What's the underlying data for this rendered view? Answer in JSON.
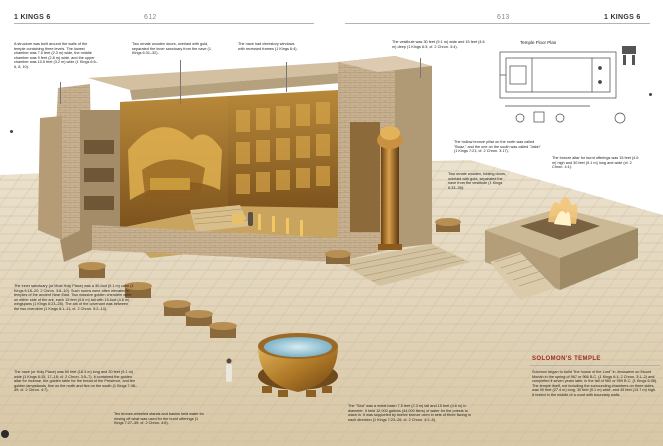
{
  "header": {
    "left_title": "1 KINGS 6",
    "left_page": "612",
    "right_page": "613",
    "right_title": "1 KINGS 6"
  },
  "annotations": {
    "structure": "A structure was built around the walls of the temple containing three levels. The lowest chamber was 7.5 feet (2.3 m) wide, the middle chamber was 9 feet (2.8 m) wide, and the upper chamber was 10.5 feet (3.2 m) wide (1 Kings 6:5–6, 8, 10).",
    "ornate_doors": "Two ornate wooden doors, overlaid with gold, separated the inner sanctuary from the nave (1 Kings 6:31–32).",
    "nave_windows": "The nave had clerestory windows with recessed frames (1 Kings 6:4).",
    "vestibule": "The vestibule was 30 feet (9.1 m) wide and 15 feet (4.6 m) deep (1 Kings 6:3; cf. 2 Chron. 3:4).",
    "pillars": "The hollow bronze pillar on the north was called \"Boaz,\" and the one on the south was called \"Jakin\" (1 Kings 7:21; cf. 2 Chron. 3:17).",
    "folding_doors": "Two ornate wooden, folding doors, overlaid with gold, separated the nave from the vestibule (1 Kings 6:33–35).",
    "bronze_altar": "The bronze altar for burnt offerings was 15 feet (4.6 m) high and 30 feet (9.1 m) long and wide (cf. 2 Chron. 4:1).",
    "inner_sanctuary": "The inner sanctuary (or Most Holy Place) was a 30-foot (9.1 m) cube (1 Kings 6:16–20; 2 Chron. 3:8–10). Such rooms were often elevated in temples of the ancient Near East. Two massive golden cherubim were on either side of the ark, each 15 feet (4.6 m) tall with 15-foot (4.6 m) wingspans (1 Kings 6:23–28). The ark of the covenant was between the two cherubim (1 Kings 8:1–11; cf. 2 Chron. 5:2–14).",
    "nave": "The nave (or Holy Place) was 60 feet (18.3 m) long and 30 feet (9.1 m) wide (1 Kings 6:15, 17–18; cf. 2 Chron. 3:5–7). It contained the golden altar for incense, the golden table for the bread of the Presence, and ten golden lampstands, five on the north and five on the south (1 Kings 7:48–49; cf. 2 Chron. 4:7).",
    "stands": "Ten bronze-wheeled stands and basins held water for rinsing off what was used for the burnt offerings (1 Kings 7:27–39; cf. 2 Chron. 4:6).",
    "sea": "The \"Sea\" was a metal basin 7.5 feet (2.3 m) tall and 15 feet (4.6 m) in diameter. It held 12,000 gallons (44,000 liters) of water for the priests to wash in. It was supported by twelve bronze oxen in sets of three facing in each direction (1 Kings 7:23–26; cf. 2 Chron. 4:2–5).",
    "solomon": "Solomon began to build \"the house of the Lord\" in Jerusalem on Mount Moriah in the spring of 967 or 966 B.C. (1 Kings 6:1; 2 Chron. 3:1–2) and completed it seven years later, in the fall of 960 or 959 B.C. (1 Kings 6:38). The temple itself, not including the surrounding chambers on three sides, was 90 feet (27.4 m) long, 30 feet (9.1 m) wide, and 45 feet (13.7 m) high. It rested in the middle of a court with boundary walls."
  },
  "plan": {
    "title": "Temple Floor Plan"
  },
  "section": {
    "title": "SOLOMON'S TEMPLE"
  },
  "colors": {
    "stone": "#c9b493",
    "stone_dark": "#9c8463",
    "gold": "#c08a2e",
    "gold_dark": "#7a4d14",
    "floor": "#e2d5bb",
    "title_red": "#9b2a22"
  }
}
